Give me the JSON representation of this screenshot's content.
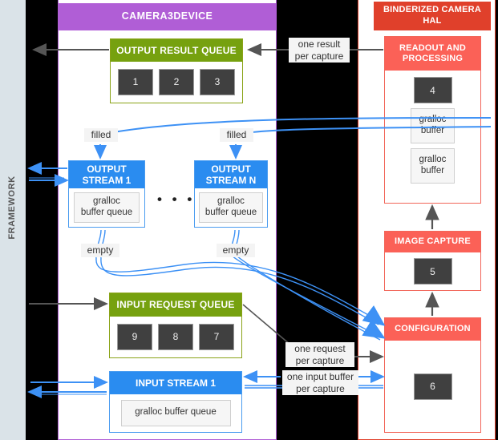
{
  "framework": {
    "label": "FRAMEWORK"
  },
  "panels": {
    "camera3device": {
      "title": "CAMERA3DEVICE",
      "color": "#b05ed6"
    },
    "hal": {
      "title": "BINDERIZED CAMERA HAL",
      "color": "#e0402b"
    }
  },
  "camera3device": {
    "output_result_queue": {
      "title": "OUTPUT RESULT QUEUE",
      "slots": [
        "1",
        "2",
        "3"
      ]
    },
    "output_stream_1": {
      "title": "OUTPUT\nSTREAM 1",
      "buffer": "gralloc\nbuffer queue"
    },
    "output_stream_n": {
      "title": "OUTPUT\nSTREAM N",
      "buffer": "gralloc\nbuffer queue"
    },
    "ellipsis": "• • •",
    "input_request_queue": {
      "title": "INPUT REQUEST QUEUE",
      "slots": [
        "9",
        "8",
        "7"
      ]
    },
    "input_stream_1": {
      "title": "INPUT STREAM 1",
      "buffer": "gralloc buffer queue"
    }
  },
  "hal": {
    "readout": {
      "title": "READOUT AND\nPROCESSING",
      "slot": "4",
      "buffers": [
        "gralloc\nbuffer",
        "gralloc\nbuffer"
      ]
    },
    "image_capture": {
      "title": "IMAGE CAPTURE",
      "slot": "5"
    },
    "configuration": {
      "title": "CONFIGURATION",
      "slot": "6"
    }
  },
  "edge_labels": {
    "one_result_per_capture": "one result\nper capture",
    "filled_left": "filled",
    "filled_right": "filled",
    "empty_left": "empty",
    "empty_right": "empty",
    "one_request_per_capture": "one request\nper capture",
    "one_input_buffer_per_capture": "one input buffer\nper capture"
  },
  "colors": {
    "framework_band": "#dae3e8",
    "camera3device_purple": "#b05ed6",
    "hal_red": "#e0402b",
    "hal_box_red": "#fb6157",
    "queue_green": "#76a10f",
    "stream_blue": "#2a8cf0",
    "arrow_blue": "#3d91f5",
    "arrow_gray": "#555555",
    "slot_dark": "#404040",
    "background_black": "#000000"
  }
}
